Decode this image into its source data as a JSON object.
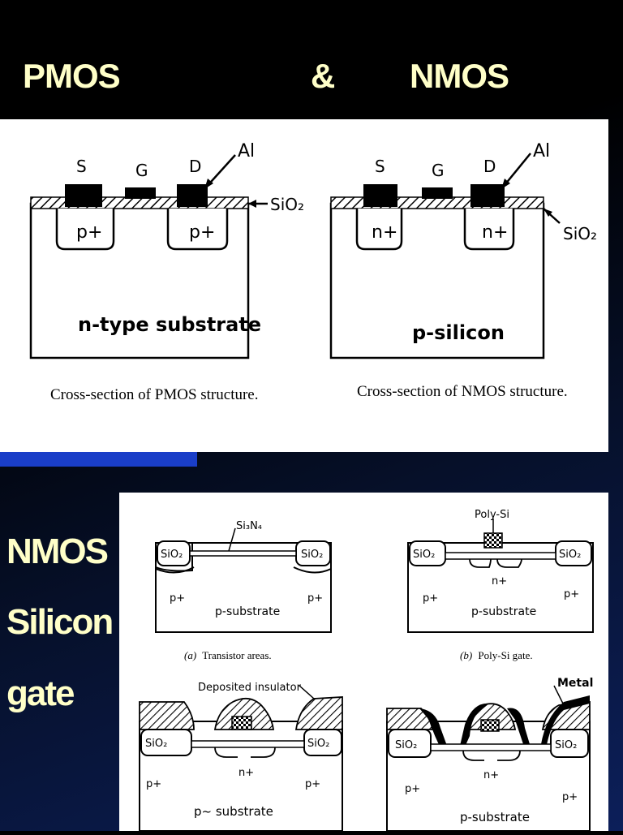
{
  "header": {
    "left_title": "PMOS",
    "amp": "&",
    "right_title": "NMOS"
  },
  "side_labels": [
    "NMOS",
    "Silicon",
    "gate"
  ],
  "pmos": {
    "terminals": [
      "S",
      "G",
      "D"
    ],
    "metal": "Al",
    "oxide": "SiO₂",
    "diffusion": "p+",
    "substrate": "n-type substrate",
    "caption": "Cross-section of PMOS structure."
  },
  "nmos": {
    "terminals": [
      "S",
      "G",
      "D"
    ],
    "metal": "Al",
    "oxide": "SiO₂",
    "diffusion": "n+",
    "substrate": "p-silicon",
    "caption": "Cross-section of NMOS structure."
  },
  "steps": {
    "a": {
      "nitride": "Si₃N₄",
      "oxide": "SiO₂",
      "implant": "p+",
      "substrate": "p-substrate",
      "caption_letter": "(a)",
      "caption_text": "Transistor areas."
    },
    "b": {
      "poly": "Poly-Si",
      "oxide": "SiO₂",
      "implant": "p+",
      "diffusion": "n+",
      "substrate": "p-substrate",
      "caption_letter": "(b)",
      "caption_text": "Poly-Si gate."
    },
    "c": {
      "insulator": "Deposited insulator",
      "oxide": "SiO₂",
      "implant": "p+",
      "diffusion": "n+",
      "substrate": "p~ substrate"
    },
    "d": {
      "metal": "Metal",
      "oxide": "SiO₂",
      "implant": "p+",
      "diffusion": "n+",
      "substrate": "p-substrate"
    }
  }
}
